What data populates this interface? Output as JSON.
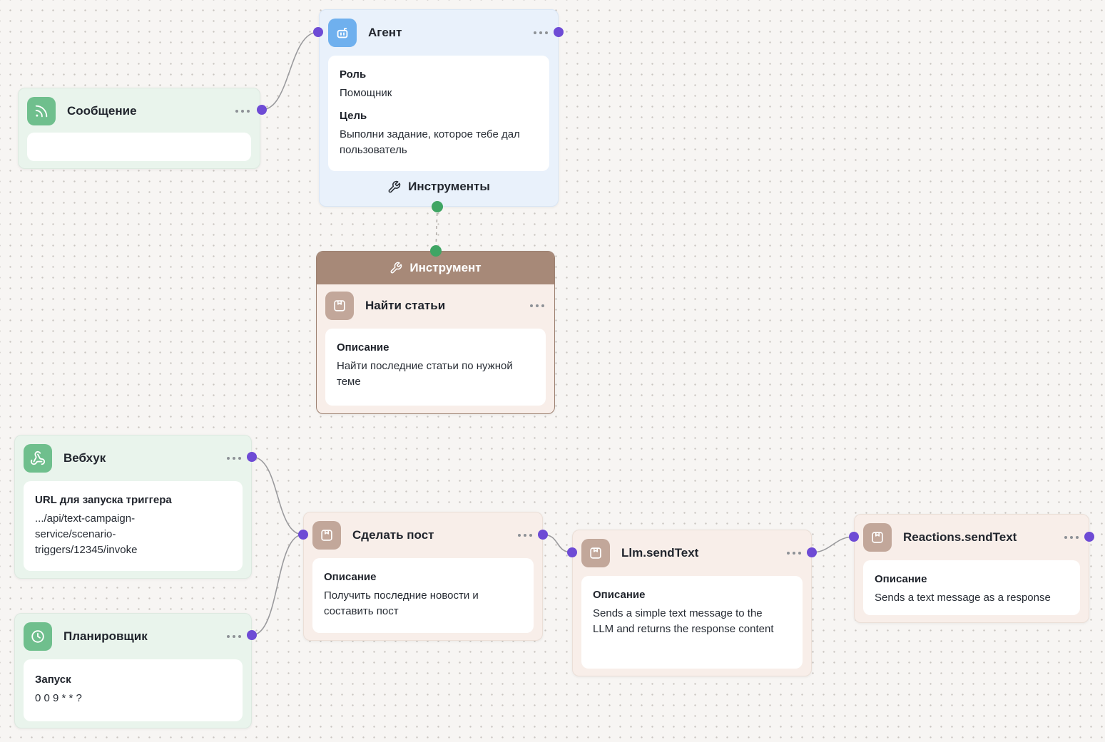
{
  "colors": {
    "canvas_bg": "#f7f5f3",
    "green_node_bg": "#e9f4ec",
    "green_icon_bg": "#6fbf8d",
    "blue_node_bg": "#e9f1fb",
    "blue_icon_bg": "#6fb0ee",
    "pink_node_bg": "#f8eee9",
    "tool_icon_bg": "#c2a79a",
    "group_header_bg": "#a78978",
    "purple_handle": "#6e4bd5",
    "green_handle": "#3fa564",
    "edge": "#9a9a9d"
  },
  "icons": {
    "message": "rss-icon",
    "agent": "robot-icon",
    "webhook": "webhook-icon",
    "scheduler": "clock-icon",
    "tools": "wrench-icon",
    "tool_item": "bookmark-box-icon",
    "menu": "ellipsis-icon"
  },
  "nodes": {
    "message": {
      "title": "Сообщение",
      "input_value": ""
    },
    "agent": {
      "title": "Агент",
      "role_label": "Роль",
      "role_value": "Помощник",
      "goal_label": "Цель",
      "goal_value": "Выполни задание, которое тебе дал пользователь",
      "tools_label": "Инструменты"
    },
    "tool_group": {
      "header": "Инструмент",
      "item_title": "Найти статьи",
      "desc_label": "Описание",
      "desc_value": "Найти последние статьи по нужной теме"
    },
    "webhook": {
      "title": "Вебхук",
      "url_label": "URL для запуска триггера",
      "url_value": ".../api/text-campaign-service/scenario-triggers/12345/invoke"
    },
    "scheduler": {
      "title": "Планировщик",
      "run_label": "Запуск",
      "run_value": "0 0 9 * * ?"
    },
    "make_post": {
      "title": "Сделать пост",
      "desc_label": "Описание",
      "desc_value": "Получить последние новости и составить пост"
    },
    "llm_send_text": {
      "title": "Llm.sendText",
      "desc_label": "Описание",
      "desc_value": "Sends a simple text message to the LLM and returns the response content"
    },
    "reactions_send_text": {
      "title": "Reactions.sendText",
      "desc_label": "Описание",
      "desc_value": "Sends a text message as a response"
    }
  }
}
